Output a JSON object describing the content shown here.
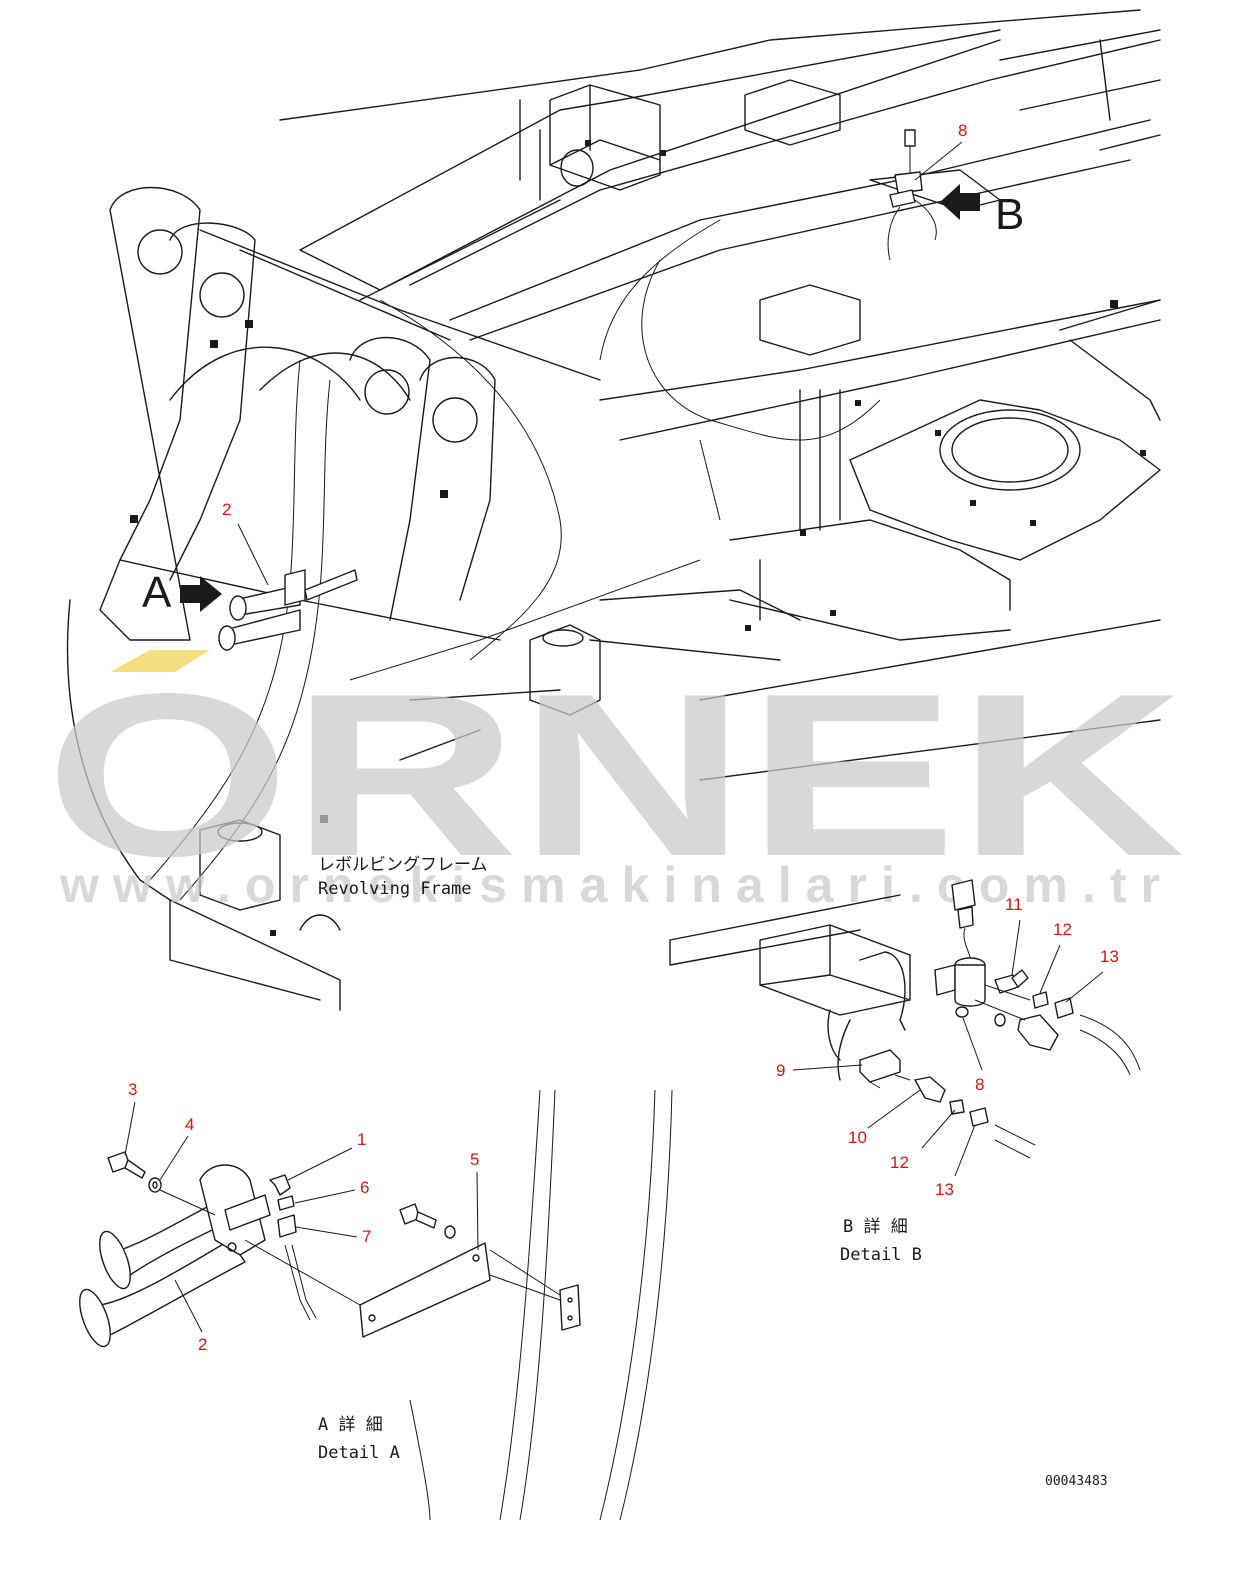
{
  "labels": {
    "revolving_frame_jp": "レボルビングフレーム",
    "revolving_frame_en": "Revolving Frame",
    "detail_a_jp": "A 詳 細",
    "detail_a_en": "Detail A",
    "detail_b_jp": "B 詳 細",
    "detail_b_en": "Detail B",
    "view_a": "A",
    "view_b": "B",
    "drawing_number": "00043483"
  },
  "watermark": {
    "logo": "ORNEK",
    "url": "www.ornekismakinalari.com.tr"
  },
  "callouts": {
    "main_horn": "2",
    "main_valve": "8",
    "a_elbow": "1",
    "a_horn": "2",
    "a_bolt": "3",
    "a_washer": "4",
    "a_bracket": "5",
    "a_sleeve": "6",
    "a_nut": "7",
    "b_valve": "8",
    "b_switch": "9",
    "b_connector": "10",
    "b_elbow": "11",
    "b_sleeve_top": "12",
    "b_nut_top": "13",
    "b_sleeve_bottom": "12",
    "b_nut_bottom": "13"
  },
  "colors": {
    "callout": "#d41414",
    "line": "#1a1a1a",
    "watermark": "#c9c9cc",
    "watermark_accent": "#f2d96a"
  }
}
